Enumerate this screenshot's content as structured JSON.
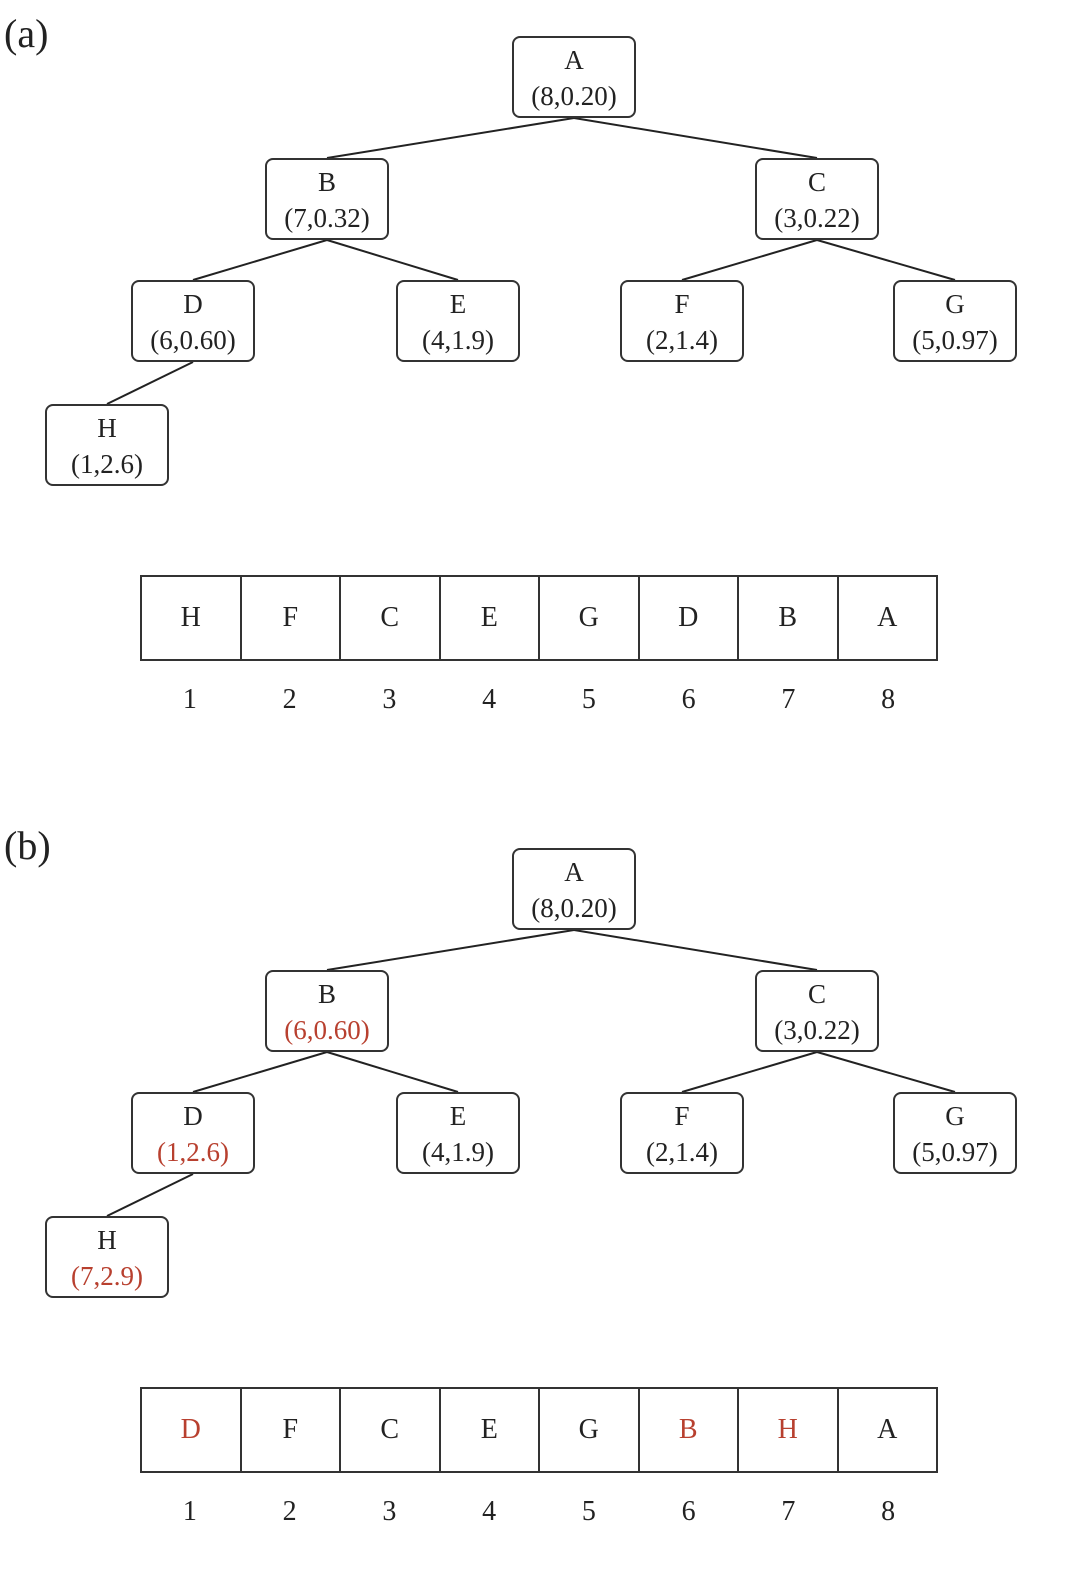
{
  "panels": [
    {
      "label": "(a)",
      "nodes": {
        "A": {
          "name": "A",
          "value": "(8,0.20)",
          "changed": false
        },
        "B": {
          "name": "B",
          "value": "(7,0.32)",
          "changed": false
        },
        "C": {
          "name": "C",
          "value": "(3,0.22)",
          "changed": false
        },
        "D": {
          "name": "D",
          "value": "(6,0.60)",
          "changed": false
        },
        "E": {
          "name": "E",
          "value": "(4,1.9)",
          "changed": false
        },
        "F": {
          "name": "F",
          "value": "(2,1.4)",
          "changed": false
        },
        "G": {
          "name": "G",
          "value": "(5,0.97)",
          "changed": false
        },
        "H": {
          "name": "H",
          "value": "(1,2.6)",
          "changed": false
        }
      },
      "edges": [
        [
          "A",
          "B"
        ],
        [
          "A",
          "C"
        ],
        [
          "B",
          "D"
        ],
        [
          "B",
          "E"
        ],
        [
          "C",
          "F"
        ],
        [
          "C",
          "G"
        ],
        [
          "D",
          "H"
        ]
      ],
      "array": [
        {
          "value": "H",
          "changed": false
        },
        {
          "value": "F",
          "changed": false
        },
        {
          "value": "C",
          "changed": false
        },
        {
          "value": "E",
          "changed": false
        },
        {
          "value": "G",
          "changed": false
        },
        {
          "value": "D",
          "changed": false
        },
        {
          "value": "B",
          "changed": false
        },
        {
          "value": "A",
          "changed": false
        }
      ],
      "indices": [
        "1",
        "2",
        "3",
        "4",
        "5",
        "6",
        "7",
        "8"
      ]
    },
    {
      "label": "(b)",
      "nodes": {
        "A": {
          "name": "A",
          "value": "(8,0.20)",
          "changed": false
        },
        "B": {
          "name": "B",
          "value": "(6,0.60)",
          "changed": true
        },
        "C": {
          "name": "C",
          "value": "(3,0.22)",
          "changed": false
        },
        "D": {
          "name": "D",
          "value": "(1,2.6)",
          "changed": true
        },
        "E": {
          "name": "E",
          "value": "(4,1.9)",
          "changed": false
        },
        "F": {
          "name": "F",
          "value": "(2,1.4)",
          "changed": false
        },
        "G": {
          "name": "G",
          "value": "(5,0.97)",
          "changed": false
        },
        "H": {
          "name": "H",
          "value": "(7,2.9)",
          "changed": true
        }
      },
      "edges": [
        [
          "A",
          "B"
        ],
        [
          "A",
          "C"
        ],
        [
          "B",
          "D"
        ],
        [
          "B",
          "E"
        ],
        [
          "C",
          "F"
        ],
        [
          "C",
          "G"
        ],
        [
          "D",
          "H"
        ]
      ],
      "array": [
        {
          "value": "D",
          "changed": true
        },
        {
          "value": "F",
          "changed": false
        },
        {
          "value": "C",
          "changed": false
        },
        {
          "value": "E",
          "changed": false
        },
        {
          "value": "G",
          "changed": false
        },
        {
          "value": "B",
          "changed": true
        },
        {
          "value": "H",
          "changed": true
        },
        {
          "value": "A",
          "changed": false
        }
      ],
      "indices": [
        "1",
        "2",
        "3",
        "4",
        "5",
        "6",
        "7",
        "8"
      ]
    }
  ],
  "colors": {
    "highlight": "#b8402f",
    "text": "#222222",
    "border": "#333333"
  }
}
